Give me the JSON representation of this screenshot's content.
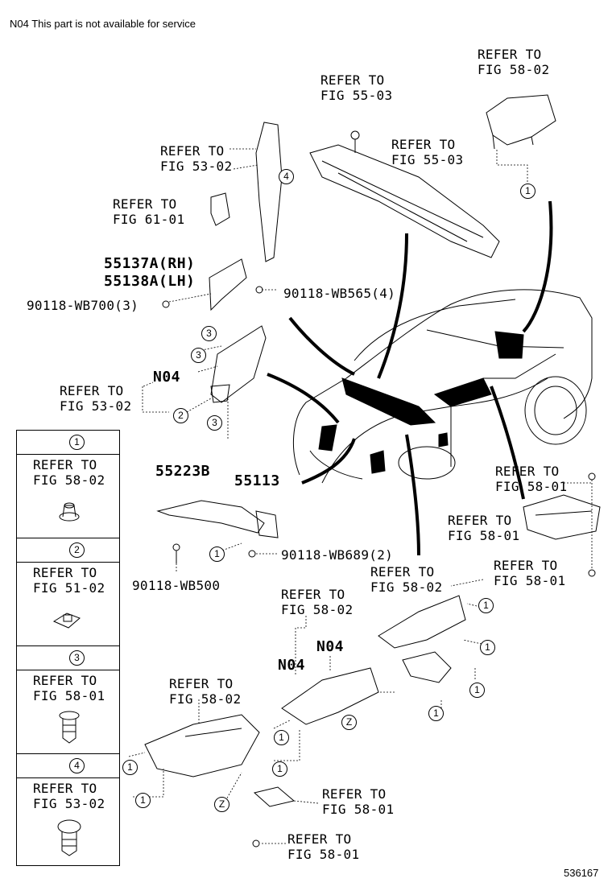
{
  "note": "N04  This part is not available for service",
  "figure_id": "536167",
  "callout_ids": {
    "c1": "1",
    "c2": "2",
    "c3": "3",
    "c4": "4",
    "cz": "Z"
  },
  "labels": {
    "top_right_ref": "REFER TO\nFIG 58-02",
    "cowl_ref_a": "REFER TO\nFIG 55-03",
    "cowl_ref_b": "REFER TO\nFIG 55-03",
    "fender_ref": "REFER TO\nFIG 53-02",
    "bracket_ref": "REFER TO\nFIG 61-01",
    "part_55137A": "55137A(RH)",
    "part_55138A": "55138A(LH)",
    "bolt_wb565": "90118-WB565(4)",
    "bolt_wb700": "90118-WB700(3)",
    "n04_a": "N04",
    "left_ref_53": "REFER TO\nFIG 53-02",
    "part_55223B": "55223B",
    "part_55113": "55113",
    "bolt_wb689": "90118-WB689(2)",
    "bolt_wb500": "90118-WB500",
    "right_ref_58_01a": "REFER TO\nFIG 58-01",
    "right_ref_58_01b": "REFER TO\nFIG 58-01",
    "right_ref_58_01c": "REFER TO\nFIG 58-01",
    "under_ref_58_02a": "REFER TO\nFIG 58-02",
    "mid_ref_58_02": "REFER TO\nFIG 58-02",
    "n04_b": "N04",
    "n04_c": "N04",
    "bottom_ref_58_02": "REFER TO\nFIG 58-02",
    "bottom_ref_58_01a": "REFER TO\nFIG 58-01",
    "bottom_ref_58_01b": "REFER TO\nFIG 58-01"
  },
  "legend": [
    {
      "id": "1",
      "ref": "REFER TO\nFIG 58-02"
    },
    {
      "id": "2",
      "ref": "REFER TO\nFIG 51-02"
    },
    {
      "id": "3",
      "ref": "REFER TO\nFIG 58-01"
    },
    {
      "id": "4",
      "ref": "REFER TO\nFIG 53-02"
    }
  ]
}
